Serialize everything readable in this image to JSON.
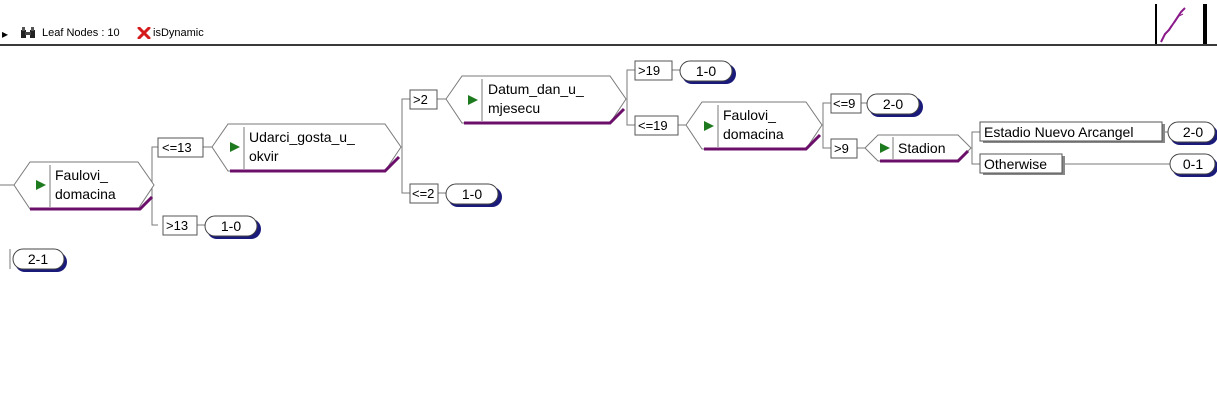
{
  "toolbar": {
    "leaf_nodes": "Leaf Nodes : 10",
    "is_dynamic": "isDynamic",
    "binoculars_icon": "binoculars-icon",
    "dynamic_icon": "red-x-icon"
  },
  "tree": {
    "nodes": {
      "root": [
        "Faulovi_",
        "domacina"
      ],
      "udarci": [
        "Udarci_gosta_u_",
        "okvir"
      ],
      "datum": [
        "Datum_dan_u_",
        "mjesecu"
      ],
      "faulovi2": [
        "Faulovi_",
        "domacina"
      ],
      "stadion": [
        "Stadion"
      ]
    },
    "conditions": {
      "le13": "<=13",
      "gt13": ">13",
      "gt2": ">2",
      "le2": "<=2",
      "gt19": ">19",
      "le19": "<=19",
      "le9": "<=9",
      "gt9": ">9"
    },
    "branches": {
      "estadio": "Estadio Nuevo Arcangel",
      "otherwise": "Otherwise"
    },
    "leaves": {
      "r_2_1": "2-1",
      "gt13_1_0": "1-0",
      "le2_1_0": "1-0",
      "gt19_1_0": "1-0",
      "le9_2_0": "2-0",
      "estadio_2_0": "2-0",
      "otherwise_0_1": "0-1"
    }
  },
  "colors": {
    "underline": "#6b0f6b",
    "leaf_shadow": "#1a1a7a",
    "icon_green": "#1e7a1e"
  }
}
